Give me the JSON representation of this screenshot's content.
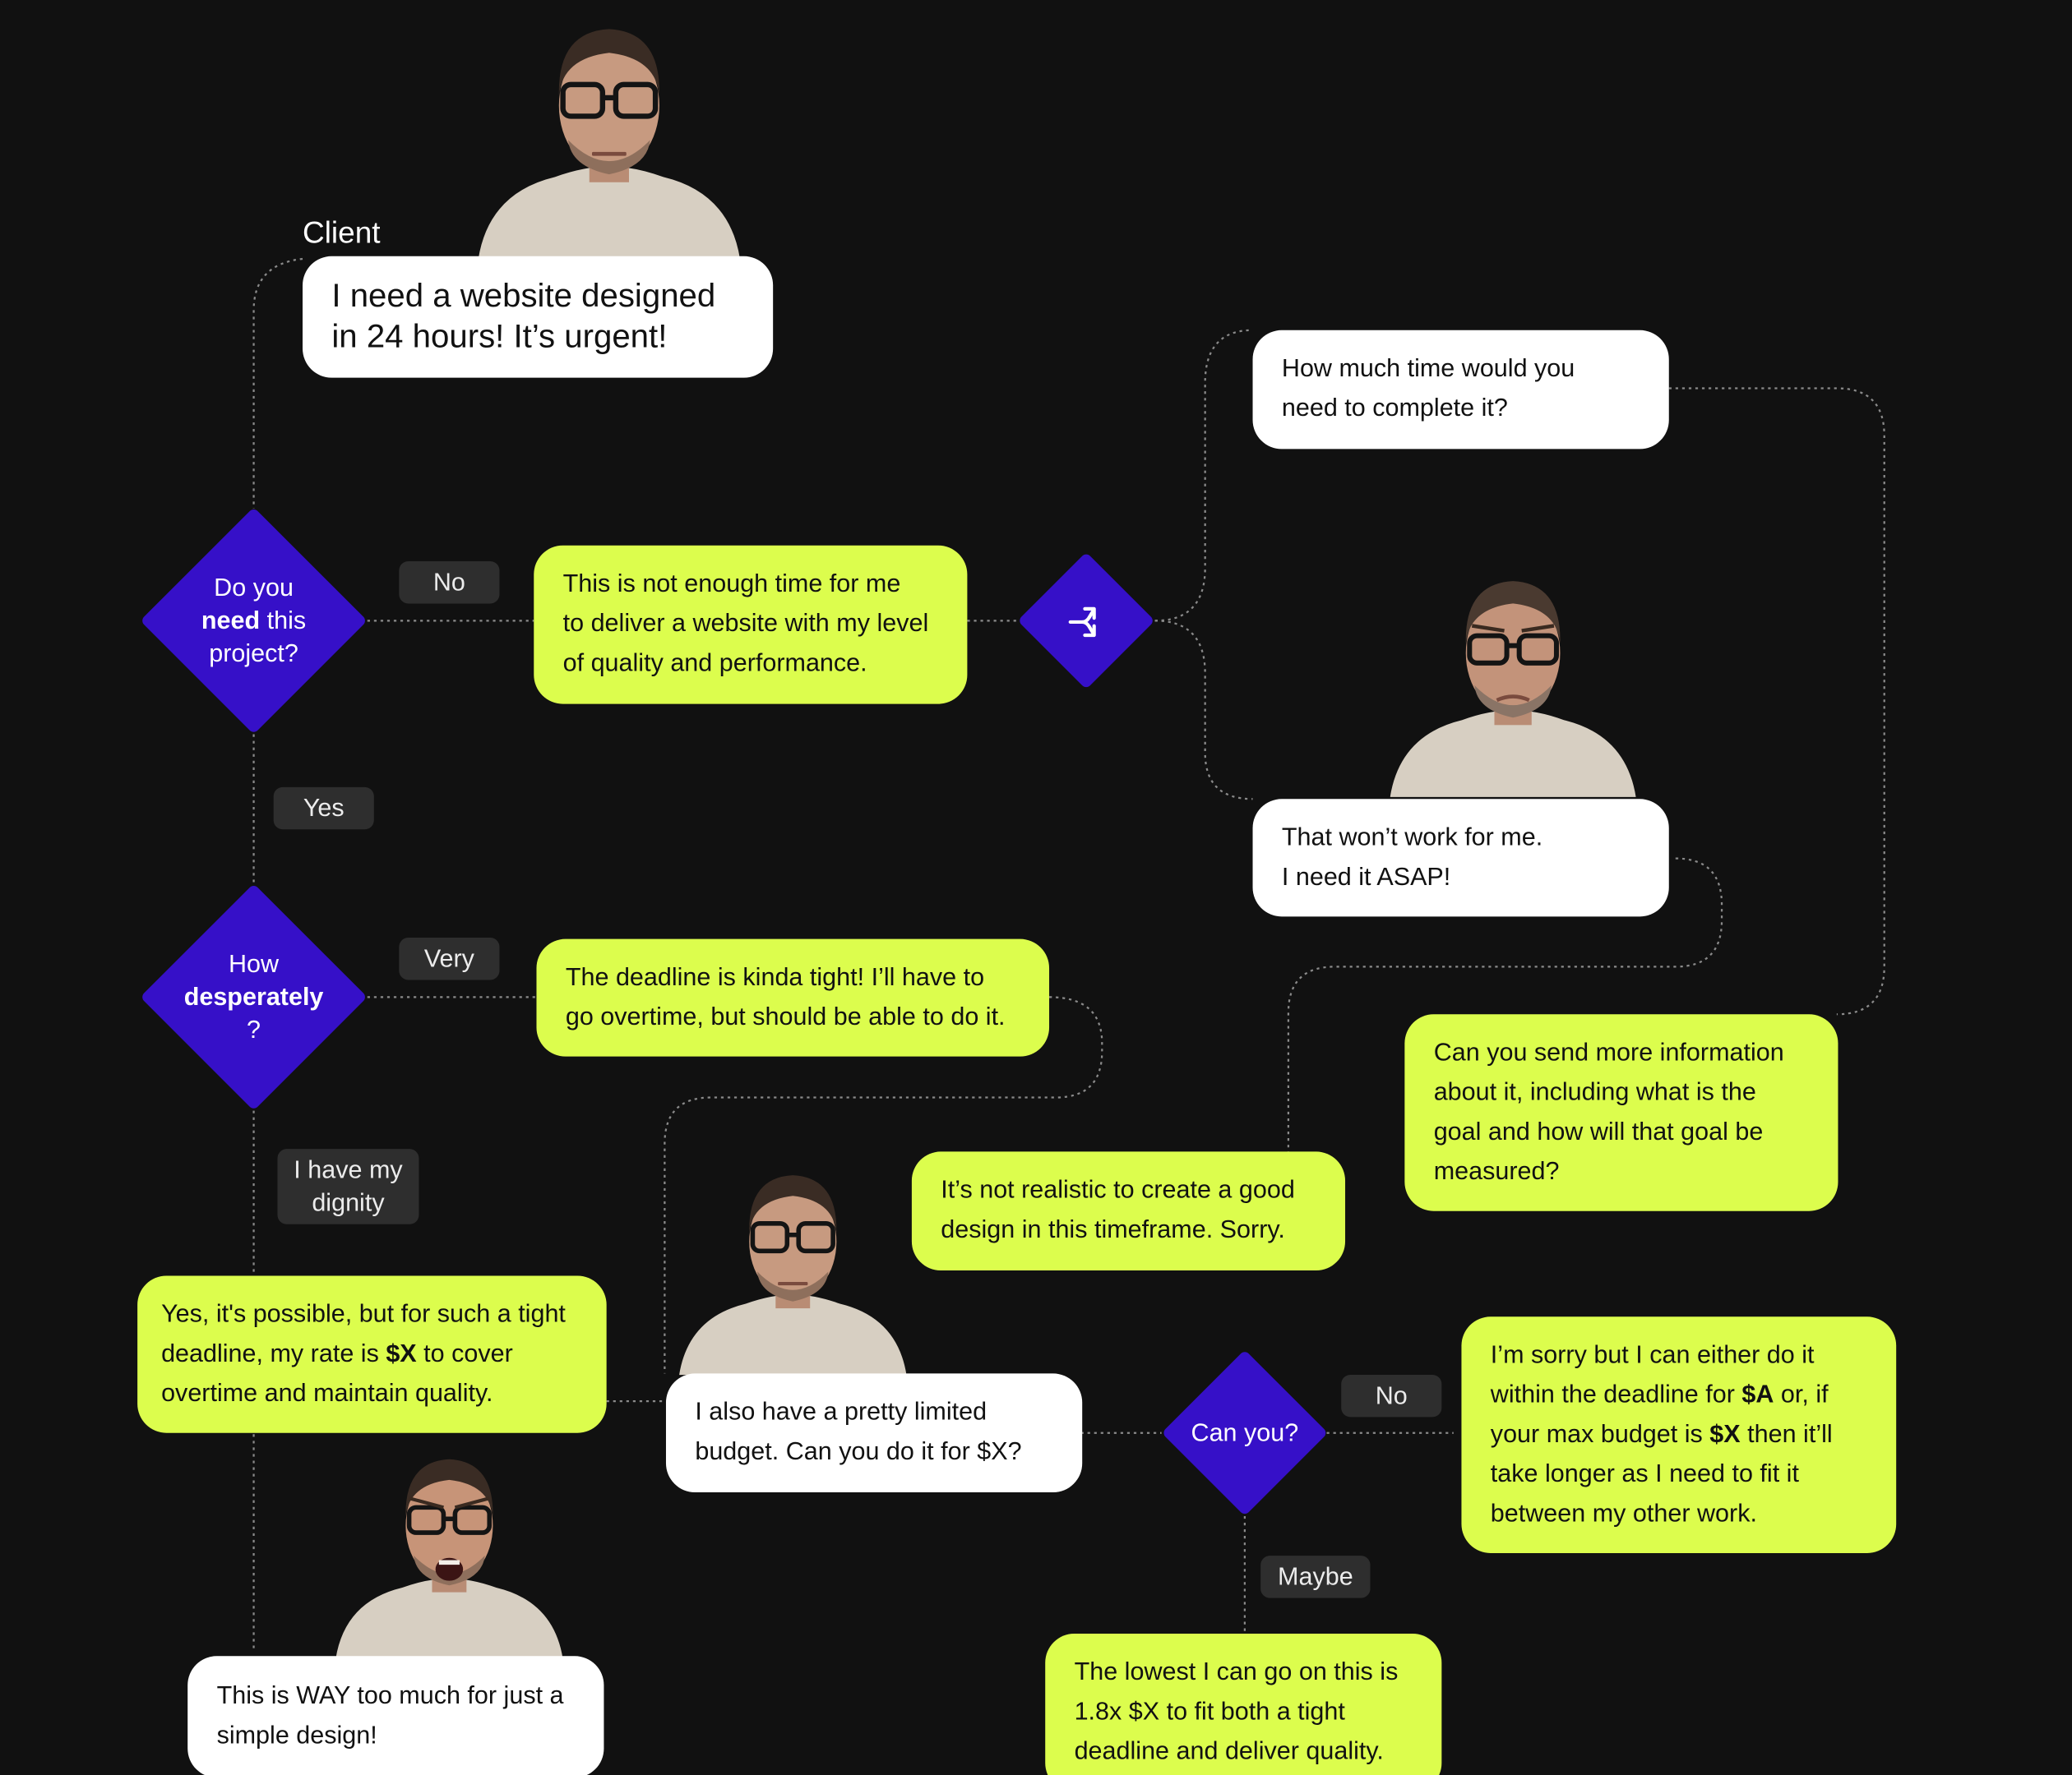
{
  "client_label": "Client",
  "bubbles": {
    "client_request": [
      "I need a website designed",
      "in 24 hours! It’s urgent!"
    ],
    "not_enough_time": [
      "This is not enough time for me",
      "to deliver a website with my level",
      "of quality and performance."
    ],
    "how_much_time": [
      "How much time would you",
      "need to complete it?"
    ],
    "wont_work": [
      "That won’t work for me.",
      "I need it ASAP!"
    ],
    "deadline_tight": [
      "The deadline is kinda tight! I’ll have to",
      "go overtime, but should be able to do it."
    ],
    "send_more_info": [
      "Can you send more information",
      "about it, including what is the",
      "goal and how will that goal be",
      "measured?"
    ],
    "not_realistic": [
      "It’s not realistic to create a good",
      "design in this timeframe. Sorry."
    ],
    "yes_possible": {
      "line1": "Yes, it's possible, but for such a tight",
      "line2_before": "deadline, my rate is ",
      "line2_bold": "$X",
      "line2_after": " to cover",
      "line3": "overtime and maintain quality."
    },
    "limited_budget": [
      "I also have a pretty limited",
      "budget. Can you do it for $X?"
    ],
    "sorry_either": {
      "line1": "I’m sorry but I can either do it",
      "line2_before": "within the deadline for ",
      "line2_bold": "$A",
      "line2_after": " or, if",
      "line3_before": "your max budget is ",
      "line3_bold": "$X",
      "line3_after": " then it’ll",
      "line4": "take longer as I need to fit it",
      "line5": "between my other work."
    },
    "way_too_much": [
      "This is WAY too much for just a",
      "simple design!"
    ],
    "lowest": [
      "The lowest I can go on this is",
      "1.8x $X to fit both a tight",
      "deadline and deliver quality."
    ]
  },
  "diamonds": {
    "need": {
      "pre": "Do you",
      "bold": "need",
      "post": " this",
      "last": "project?"
    },
    "desperately": {
      "pre": "How",
      "bold": "desperately",
      "last": "?"
    },
    "can_you": {
      "text": "Can you?"
    },
    "split_icon": "split-arrows-icon"
  },
  "pills": {
    "no_1": "No",
    "yes": "Yes",
    "very": "Very",
    "dignity": [
      "I have my",
      "dignity"
    ],
    "no_2": "No",
    "maybe": "Maybe"
  },
  "avatars": {
    "top": "neutral-man-with-glasses",
    "right": "frowning-man-with-glasses",
    "middle": "neutral-man-with-glasses",
    "bottom": "shouting-man-with-glasses"
  },
  "colors": {
    "background": "#111111",
    "lime": "#dcfd4d",
    "white": "#ffffff",
    "diamond": "#3610c8",
    "pill": "#2e2e2e",
    "connector": "#8a8a8a"
  }
}
